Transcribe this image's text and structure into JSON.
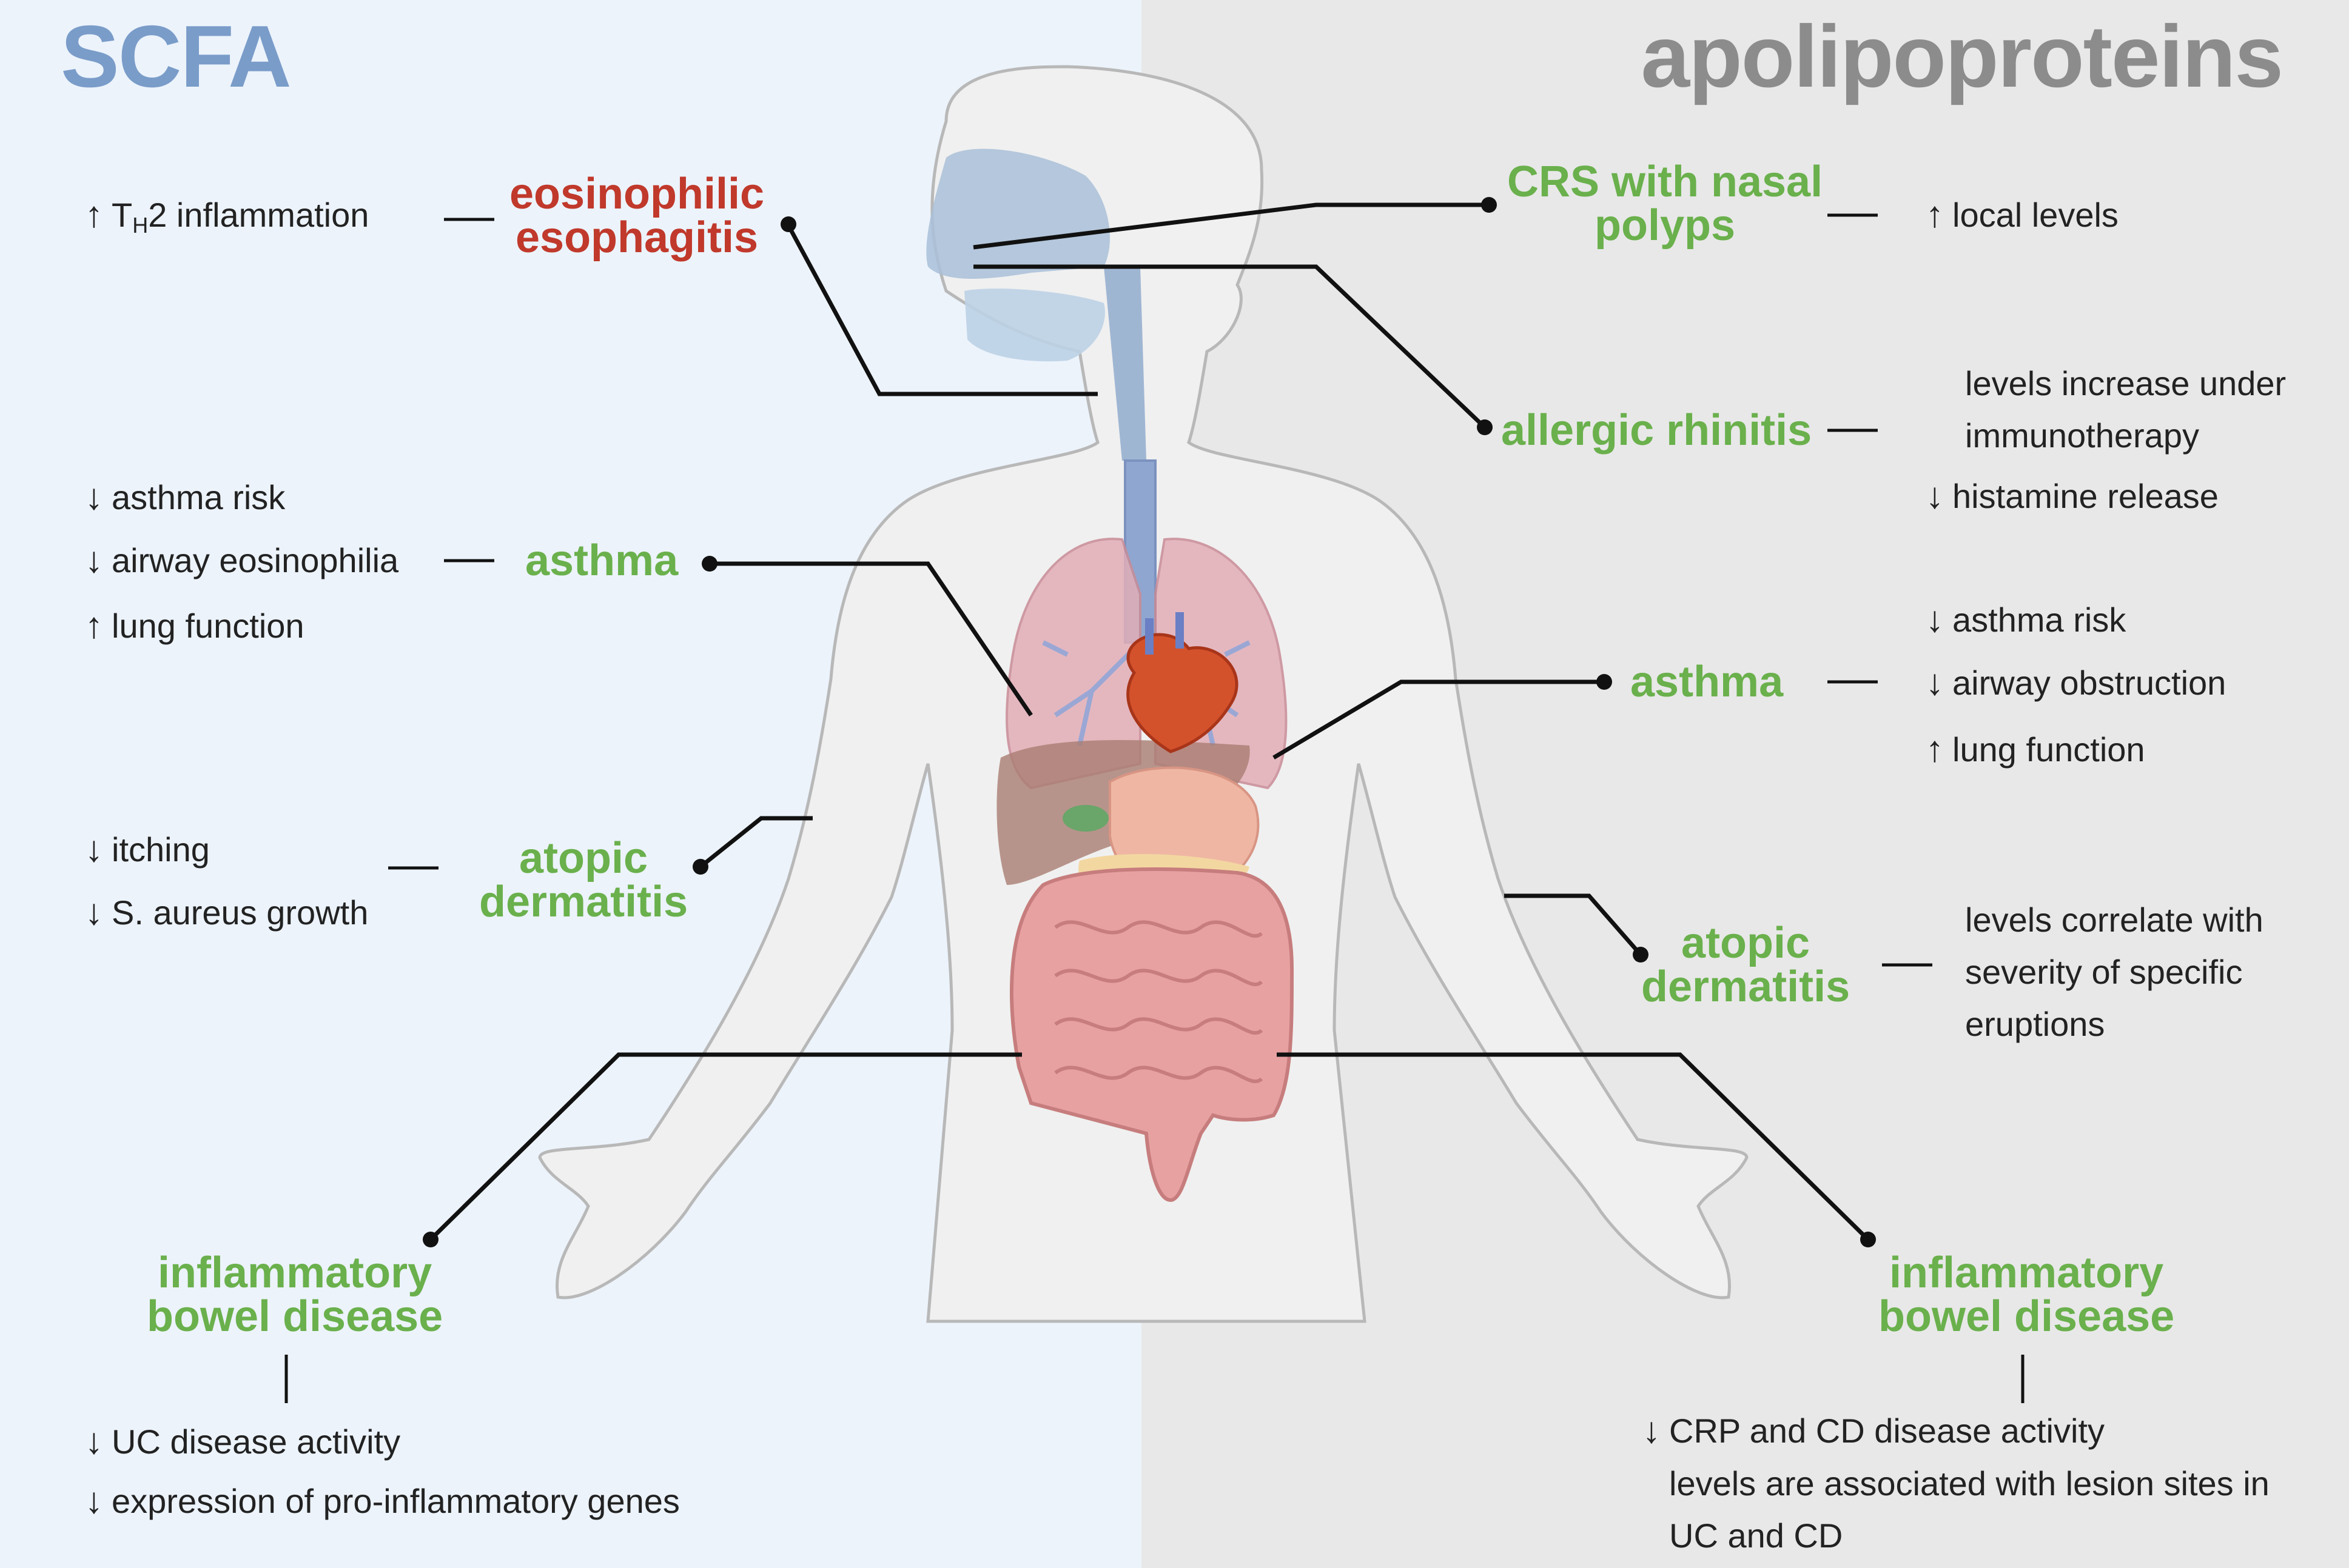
{
  "headers": {
    "left": "SCFA",
    "right": "apolipoproteins"
  },
  "colors": {
    "left_panel": "#ecf3fb",
    "right_panel": "#e8e8e8",
    "disease_green": "#6ab04c",
    "disease_red": "#c0392b",
    "left_header": "#7a9cc9",
    "right_header": "#8c8c8c"
  },
  "left": {
    "eoe": {
      "name_line1": "eosinophilic",
      "name_line2": "esophagitis",
      "effect": {
        "arrow": "↑",
        "prefix": "T",
        "subscript": "H",
        "suffix": "2 inflammation"
      }
    },
    "asthma": {
      "name": "asthma",
      "effects": [
        {
          "arrow": "↓",
          "text": "asthma risk"
        },
        {
          "arrow": "↓",
          "text": "airway eosinophilia"
        },
        {
          "arrow": "↑",
          "text": "lung function"
        }
      ]
    },
    "ad": {
      "name_line1": "atopic",
      "name_line2": "dermatitis",
      "effects": [
        {
          "arrow": "↓",
          "text": "itching"
        },
        {
          "arrow": "↓",
          "text": "S. aureus growth"
        }
      ]
    },
    "ibd": {
      "name_line1": "inflammatory",
      "name_line2": "bowel disease",
      "effects": [
        {
          "arrow": "↓",
          "text": "UC disease activity"
        },
        {
          "arrow": "↓",
          "text": "expression of pro-inflammatory genes"
        }
      ]
    }
  },
  "right": {
    "crs": {
      "name_line1": "CRS with nasal",
      "name_line2": "polyps",
      "effect": {
        "arrow": "↑",
        "text": "local levels"
      }
    },
    "ar": {
      "name": "allergic rhinitis",
      "effect1_line1": "levels increase under",
      "effect1_line2": "immunotherapy",
      "effect2": {
        "arrow": "↓",
        "text": "histamine release"
      }
    },
    "asthma": {
      "name": "asthma",
      "effects": [
        {
          "arrow": "↓",
          "text": "asthma risk"
        },
        {
          "arrow": "↓",
          "text": "airway obstruction"
        },
        {
          "arrow": "↑",
          "text": "lung function"
        }
      ]
    },
    "ad": {
      "name_line1": "atopic",
      "name_line2": "dermatitis",
      "effect_lines": [
        "levels correlate with",
        "severity of specific",
        "eruptions"
      ]
    },
    "ibd": {
      "name_line1": "inflammatory",
      "name_line2": "bowel disease",
      "effect1": {
        "arrow": "↓",
        "text": "CRP and CD disease activity"
      },
      "effect2_lines": [
        "levels are associated with lesion sites in",
        "UC and CD"
      ]
    }
  }
}
